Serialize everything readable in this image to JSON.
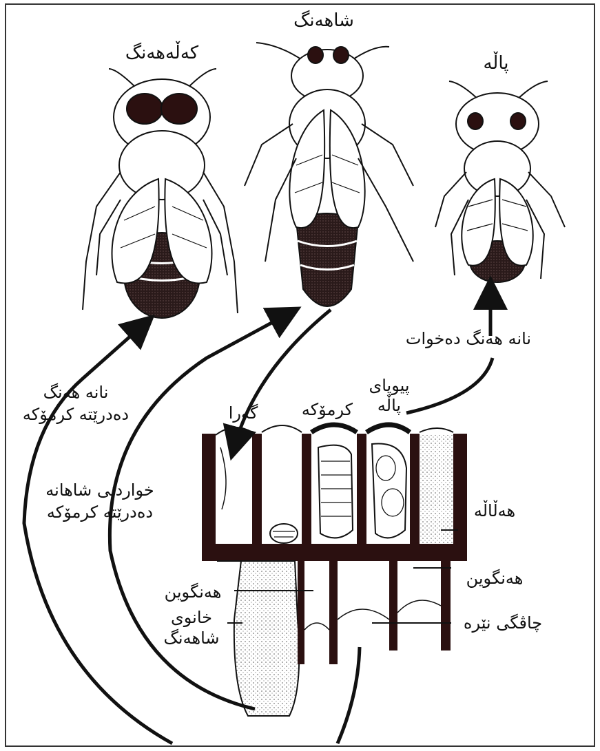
{
  "labels": {
    "drone": "کەڵەهەنگ",
    "queen": "شاهەنگ",
    "worker": "پاڵە",
    "nurse_feeds_pollen": "نانە هەنگ دەخوات",
    "pupa_line1": "پیوپای",
    "pupa_line2": "پاڵە",
    "larva": "کرمۆکە",
    "egg": "گەرا",
    "nurse_bread_1": "نانە هەنگ",
    "nurse_bread_2": "دەدرێتە کرمۆکە",
    "royal_jelly_1": "خواردنی شاهانە",
    "royal_jelly_2": "دەدرێتە کرمۆکە",
    "capped": "هەڵاڵە",
    "honey_right": "هەنگوین",
    "honey_left": "هەنگوین",
    "queen_cell_1": "خانوی",
    "queen_cell_2": "شاهەنگ",
    "drone_cell": "چاڤگی نێرە"
  }
}
